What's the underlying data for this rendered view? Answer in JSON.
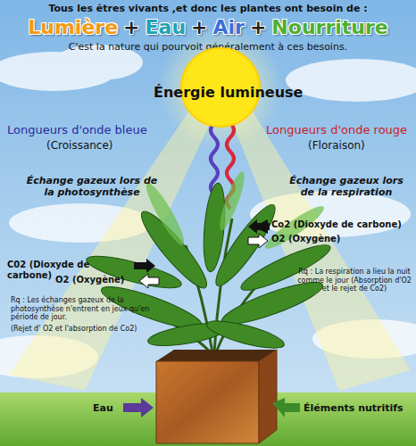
{
  "diagram": {
    "title": "Tous les êtres vivants ,et donc les plantes ont besoin de :",
    "nodes": [
      {
        "text": [
          "Énergie lumineuse"
        ]
      }
    ],
    "labels": [
      "Lumière",
      "+",
      "Eau",
      "+",
      "Air",
      "+",
      "Nourriture",
      "C'est la nature qui pourvoit généralement à ces besoins.",
      "Longueurs d'onde bleue",
      "Longueurs d'onde rouge",
      "(Croissance)",
      "(Floraison)",
      "Échange gazeux lors de la photosynthèse",
      "Échange gazeux lors de la respiration",
      "Co2 (Dioxyde de carbone)",
      "O2 (Oxygène)",
      "C02 (Dioxyde de carbone)",
      "O2 (Oxygène)",
      "Rq : La respiration a lieu la nuit comme le jour (Absorption d'O2 et le rejet de Co2)",
      "Rq : Les échanges gazeux de la photosynthèse n'entrent en jeux qu'en période de jour.",
      "(Rejet d' O2 et l'absorption de Co2)",
      "Eau",
      "Éléments nutritifs"
    ]
  }
}
